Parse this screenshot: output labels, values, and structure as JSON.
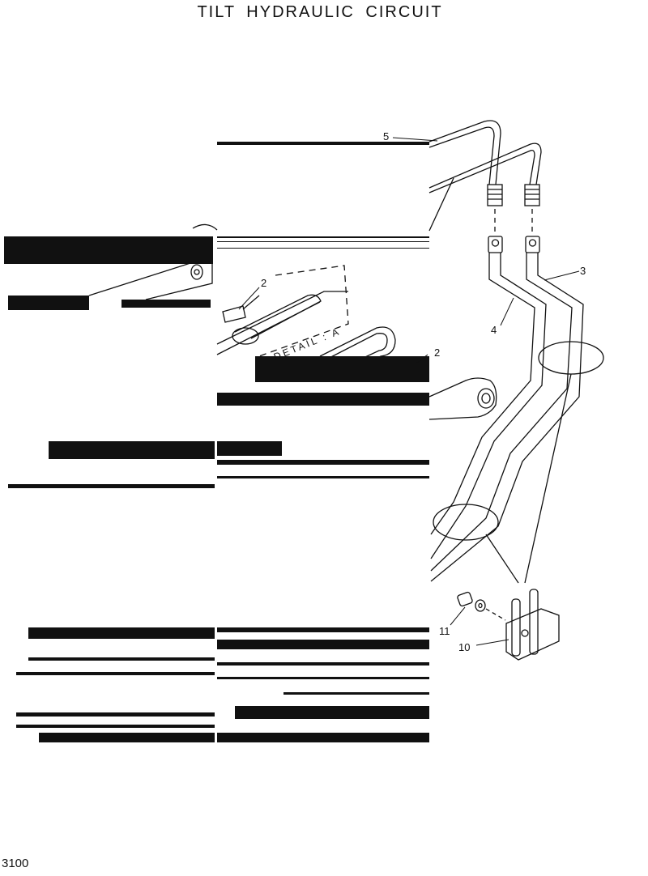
{
  "title": "TILT  HYDRAULIC  CIRCUIT",
  "page_number": "3100",
  "detail_label": "DETAIL : A",
  "callouts": {
    "c2a": "2",
    "c2b": "2",
    "c3": "3",
    "c4": "4",
    "c5": "5",
    "c10": "10",
    "c11": "11"
  },
  "colors": {
    "ink": "#111111",
    "paper": "#ffffff"
  }
}
